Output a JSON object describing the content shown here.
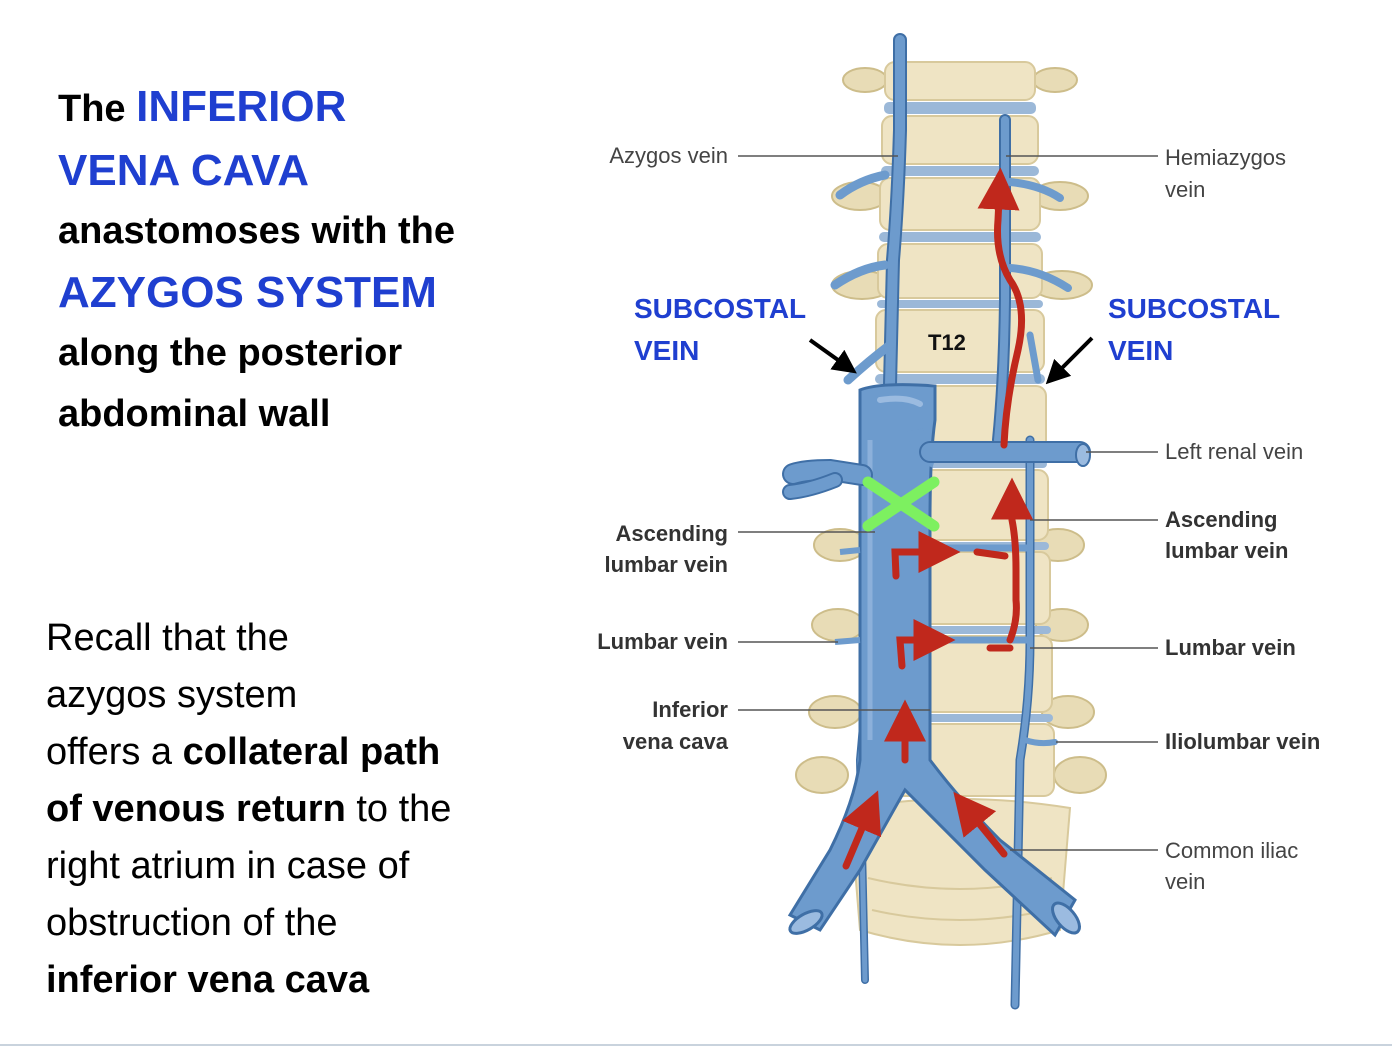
{
  "heading": {
    "part1": "The ",
    "ivc_line1": "INFERIOR",
    "ivc_line2": "VENA CAVA",
    "part2": "anastomoses with the",
    "azygos": "AZYGOS SYSTEM",
    "part3": "along the posterior",
    "part4": "abdominal wall"
  },
  "recall": {
    "line1": "Recall that the",
    "line2": "azygos system",
    "line3_a": "offers a ",
    "line3_b": "collateral path",
    "line4_a": "of venous return",
    "line4_b": " to the",
    "line5": "right atrium in case of",
    "line6": "obstruction of the",
    "line7": "inferior vena cava"
  },
  "diagram": {
    "subcostal_left_1": "SUBCOSTAL",
    "subcostal_left_2": "VEIN",
    "subcostal_right_1": "SUBCOSTAL",
    "subcostal_right_2": "VEIN",
    "vertebra_label": "T12",
    "left_labels": {
      "azygos": "Azygos vein",
      "ascending_1": "Ascending",
      "ascending_2": "lumbar vein",
      "lumbar": "Lumbar vein",
      "ivc_1": "Inferior",
      "ivc_2": "vena cava"
    },
    "right_labels": {
      "hemiazygos_1": "Hemiazygos",
      "hemiazygos_2": "vein",
      "left_renal": "Left renal vein",
      "ascending_1": "Ascending",
      "ascending_2": "lumbar vein",
      "lumbar": "Lumbar vein",
      "iliolumbar": "Iliolumbar vein",
      "common_iliac_1": "Common iliac",
      "common_iliac_2": "vein"
    },
    "colors": {
      "vein": "#6d9bcd",
      "vein_dark": "#3f6fa6",
      "bone": "#efe4c4",
      "bone_shade": "#d8c99c",
      "arrow": "#c0281c",
      "obstruction": "#7df060",
      "label_blue": "#1f3fd0"
    }
  }
}
